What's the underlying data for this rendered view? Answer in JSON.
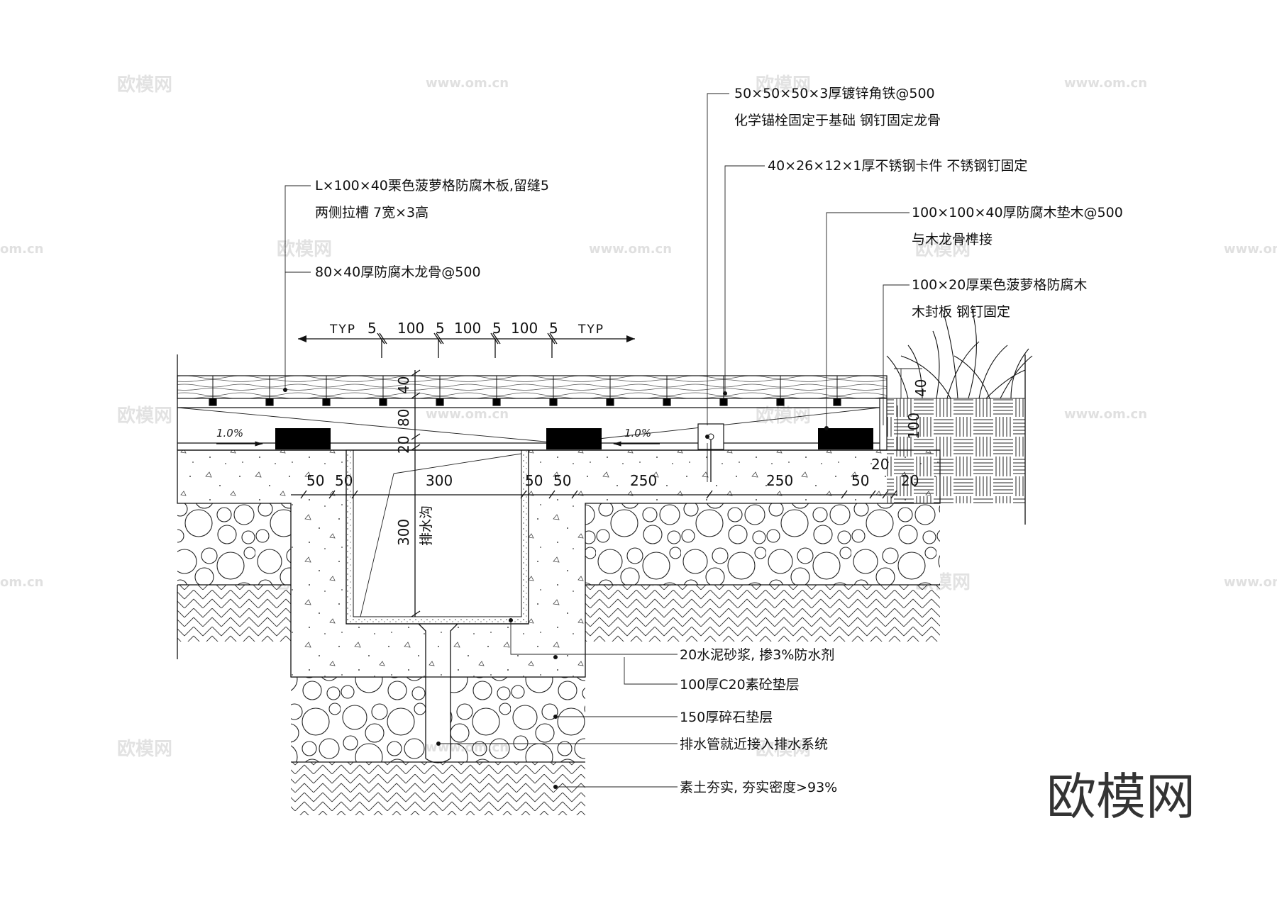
{
  "notes": {
    "deck_board": {
      "line1": "L×100×40栗色菠萝格防腐木板,留缝5",
      "line2": "两侧拉槽 7宽×3高"
    },
    "joist": "80×40厚防腐木龙骨@500",
    "angle_iron": {
      "line1": "50×50×50×3厚镀锌角铁@500",
      "line2": "化学锚栓固定于基础 钢钉固定龙骨"
    },
    "clip": "40×26×12×1厚不锈钢卡件 不锈钢钉固定",
    "pad": {
      "line1": "100×100×40厚防腐木垫木@500",
      "line2": "与木龙骨榫接"
    },
    "seal_board": {
      "line1": "100×20厚栗色菠萝格防腐木",
      "line2": "木封板 钢钉固定"
    },
    "mortar": "20水泥砂浆, 掺3%防水剂",
    "concrete": "100厚C20素砼垫层",
    "gravel": "150厚碎石垫层",
    "drain_pipe": "排水管就近接入排水系统",
    "soil": "素土夯实, 夯实密度>93%",
    "ditch": "排水沟"
  },
  "top_dims": {
    "typ_left": "TYP",
    "typ_right": "TYP",
    "values": [
      "5",
      "100",
      "5",
      "100",
      "5",
      "100",
      "5"
    ]
  },
  "vertical_dims": {
    "board": "40",
    "joist": "80",
    "pad": "20",
    "ditch_depth": "300",
    "seal_h": "40",
    "seal_w": "100"
  },
  "bottom_dims": [
    "50",
    "50",
    "300",
    "50",
    "50",
    "250",
    "250",
    "50",
    "20",
    "20"
  ],
  "slopes": [
    "1.0%",
    "1.0%"
  ],
  "watermarks": {
    "brand": "欧模网",
    "url": "www.om.cn",
    "url_short": "om.cn"
  }
}
